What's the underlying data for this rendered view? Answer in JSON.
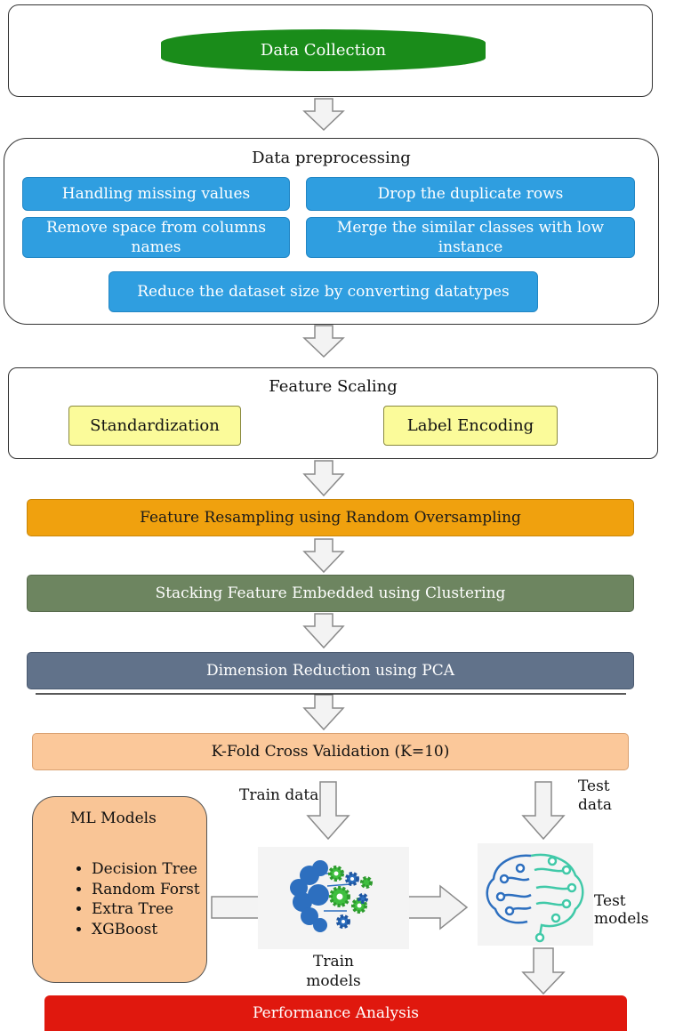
{
  "data_collection": {
    "label": "Data Collection"
  },
  "preprocessing": {
    "title": "Data preprocessing",
    "steps": [
      "Handling missing values",
      "Drop the duplicate rows",
      "Remove space from columns names",
      "Merge the similar classes with low instance",
      "Reduce the dataset size by converting datatypes"
    ]
  },
  "feature_scaling": {
    "title": "Feature Scaling",
    "items": [
      "Standardization",
      "Label Encoding"
    ]
  },
  "resampling": {
    "label": "Feature Resampling using Random Oversampling"
  },
  "stacking": {
    "label": "Stacking Feature Embedded using Clustering"
  },
  "pca": {
    "label": "Dimension Reduction using PCA"
  },
  "kfold": {
    "label": "K-Fold Cross Validation (K=10)"
  },
  "ml_models": {
    "title": "ML Models",
    "items": [
      "Decision Tree",
      "Random Forst",
      "Extra Tree",
      "XGBoost"
    ]
  },
  "train_data_label": "Train data",
  "test_data_label": "Test data",
  "train_models_label": "Train models",
  "test_models_label": "Test models",
  "performance": {
    "label": "Performance Analysis"
  },
  "colors": {
    "data_collection": "#1a8c1a",
    "blue_box": "#2f9ee0",
    "yellow_box": "#fbfb9a",
    "resampling": "#f0a10e",
    "stacking": "#6d8560",
    "pca": "#61728a",
    "kfold": "#fbc89a",
    "ml_models": "#f9c596",
    "performance": "#e0180e",
    "brain_blue": "#2d6fbf",
    "gear_green": "#3fbf3f",
    "brain_teal": "#40c9a8"
  }
}
